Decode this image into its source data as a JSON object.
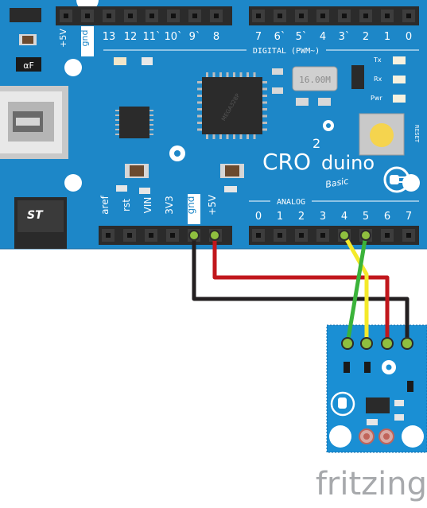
{
  "board": {
    "brand": "CRO",
    "brand_sup": "2",
    "brand_tail": "duino",
    "edition": "Basic",
    "digital_label": "DIGITAL (PWM~)",
    "analog_label": "ANALOG",
    "crystal": "16.00M",
    "tx": "Tx",
    "rx": "Rx",
    "pwr": "Pwr",
    "reset": "RESET",
    "chip_mark": "MEGA328P",
    "regulator_logo": "ST",
    "cap_mark": "αF",
    "top_pins": [
      "+5V",
      "gnd",
      "13",
      "12",
      "11`",
      "10`",
      "9`",
      "8"
    ],
    "digital_pins": [
      "7",
      "6`",
      "5`",
      "4",
      "3`",
      "2",
      "1",
      "0"
    ],
    "power_pins": [
      "aref",
      "rst",
      "VIN",
      "3V3",
      "gnd",
      "+5V"
    ],
    "analog_pins": [
      "0",
      "1",
      "2",
      "3",
      "4",
      "5",
      "6",
      "7"
    ]
  },
  "wires": [
    {
      "name": "green",
      "color": "#3bb33a"
    },
    {
      "name": "yellow",
      "color": "#f4ea2a"
    },
    {
      "name": "red",
      "color": "#c1171c"
    },
    {
      "name": "black",
      "color": "#231f20"
    }
  ],
  "colors": {
    "board": "#1d87c8",
    "module": "#1a8fd4",
    "header": "#2b2b2b"
  },
  "watermark": "fritzing"
}
